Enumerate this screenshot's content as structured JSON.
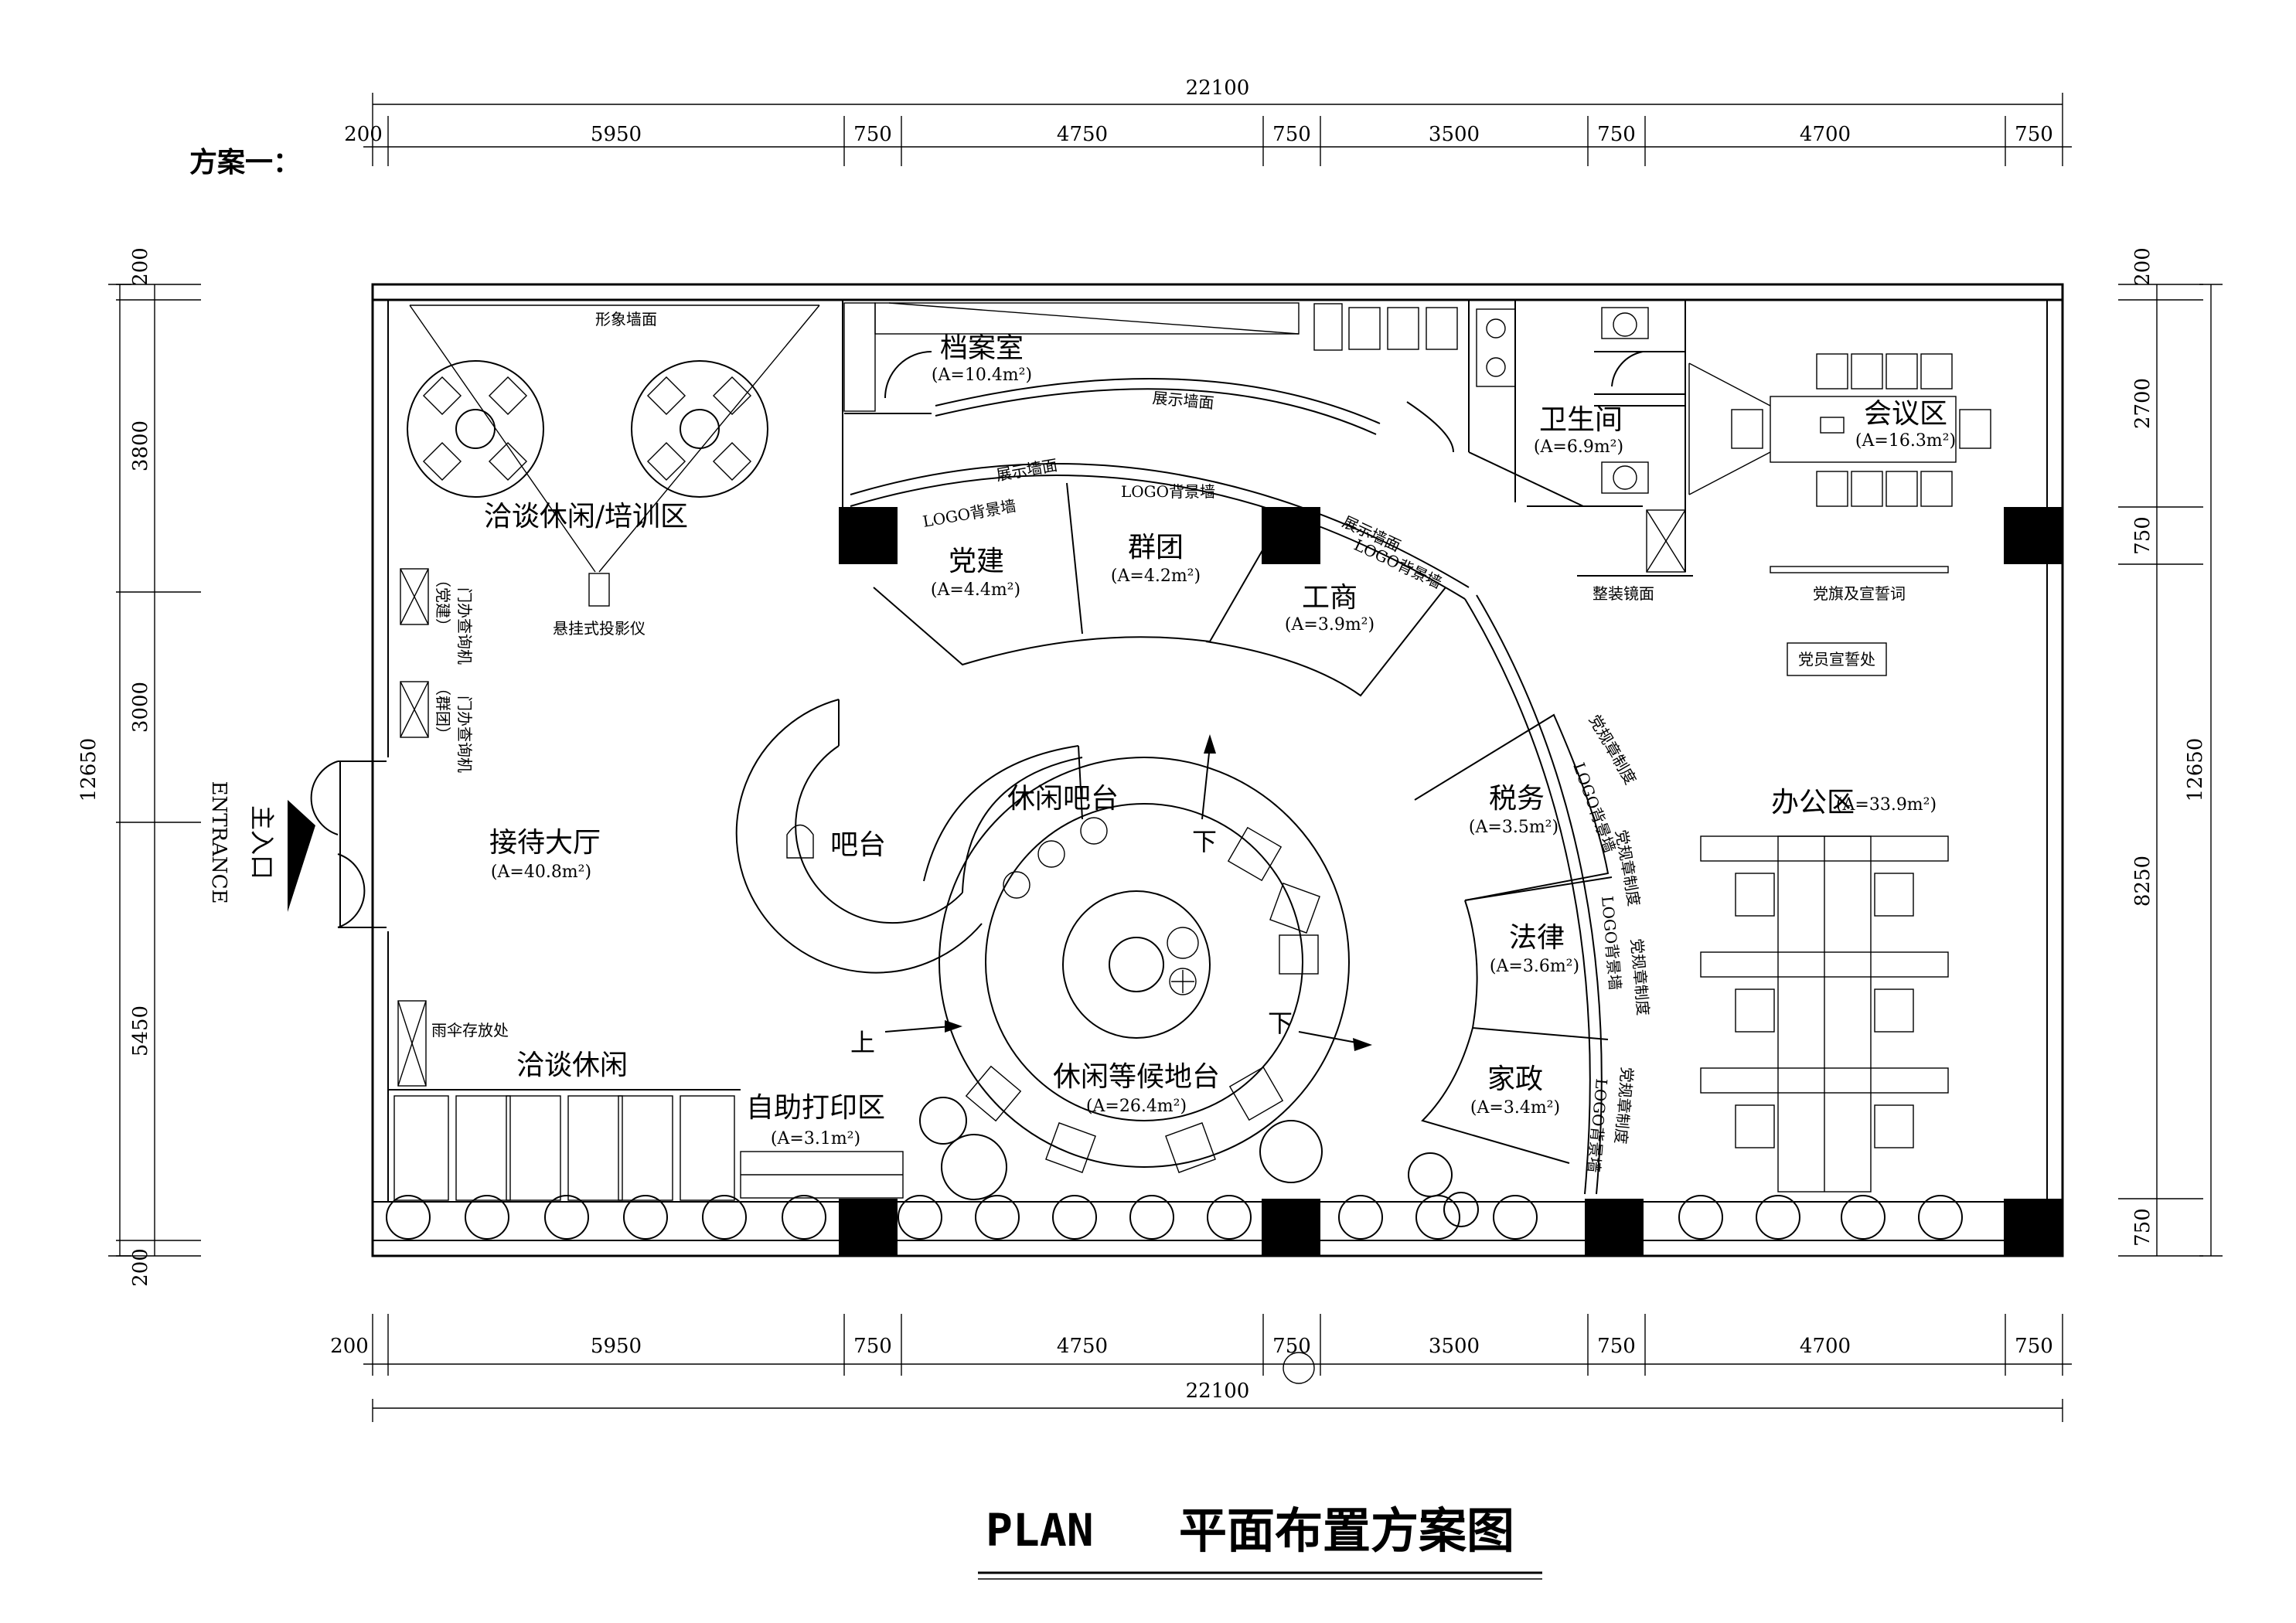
{
  "scheme_label": "方案一：",
  "title": {
    "en": "PLAN",
    "cn": "平面布置方案图"
  },
  "dims": {
    "top_total": "22100",
    "top_segments": [
      "200",
      "5950",
      "750",
      "4750",
      "750",
      "3500",
      "750",
      "4700",
      "750"
    ],
    "bottom_total": "22100",
    "bottom_segments": [
      "200",
      "5950",
      "750",
      "4750",
      "750",
      "3500",
      "750",
      "4700",
      "750"
    ],
    "left_total": "12650",
    "left_segments": [
      "200",
      "3800",
      "3000",
      "5450",
      "200"
    ],
    "right_total": "12650",
    "right_segments": [
      "200",
      "2700",
      "750",
      "8250",
      "750"
    ]
  },
  "entrance": {
    "cn": "主入口",
    "en": "ENTRANCE"
  },
  "rooms": {
    "training": {
      "name": "洽谈休闲/培训区"
    },
    "image_wall": "形象墙面",
    "projector": "悬挂式投影仪",
    "kiosk1": "门办查询机",
    "kiosk1_sub": "（党建）",
    "kiosk2": "门办查询机",
    "kiosk2_sub": "（群团）",
    "reception": {
      "name": "接待大厅",
      "area": "(A=40.8m²)"
    },
    "umbrella": "雨伞存放处",
    "lounge": {
      "name": "洽谈休闲"
    },
    "print": {
      "name": "自助打印区",
      "area": "(A=3.1m²)"
    },
    "archive": {
      "name": "档案室",
      "area": "(A=10.4m²)"
    },
    "display_wall1": "展示墙面",
    "display_wall2": "展示墙面",
    "display_wall3": "展示墙面",
    "logo_wall1": "LOGO背景墙",
    "logo_wall2": "LOGO背景墙",
    "logo_wall3": "LOGO背景墙",
    "party": {
      "name": "党建",
      "area": "(A=4.4m²)"
    },
    "group": {
      "name": "群团",
      "area": "(A=4.2m²)"
    },
    "commerce": {
      "name": "工商",
      "area": "(A=3.9m²)"
    },
    "toilet": {
      "name": "卫生间",
      "area": "(A=6.9m²)"
    },
    "meeting": {
      "name": "会议区",
      "area": "(A=16.3m²)"
    },
    "mirror": "整装镜面",
    "flag": "党旗及宣誓词",
    "oath": "党员宣誓处",
    "bar": {
      "name": "吧台"
    },
    "leisure_bar": {
      "name": "休闲吧台"
    },
    "waiting": {
      "name": "休闲等候地台",
      "area": "(A=26.4m²)"
    },
    "up": "上",
    "down1": "下",
    "down2": "下",
    "tax": {
      "name": "税务",
      "area": "(A=3.5m²)"
    },
    "law": {
      "name": "法律",
      "area": "(A=3.6m²)"
    },
    "house": {
      "name": "家政",
      "area": "(A=3.4m²)"
    },
    "rules1": "党规章制度",
    "rules2": "党规章制度",
    "rules3": "党规章制度",
    "rules4": "党规章制度",
    "logo_wall4": "LOGO背景墙",
    "logo_wall5": "LOGO背景墙",
    "logo_wall6": "LOGO背景墙",
    "office": {
      "name": "办公区",
      "area": "(A=33.9m²)"
    }
  }
}
